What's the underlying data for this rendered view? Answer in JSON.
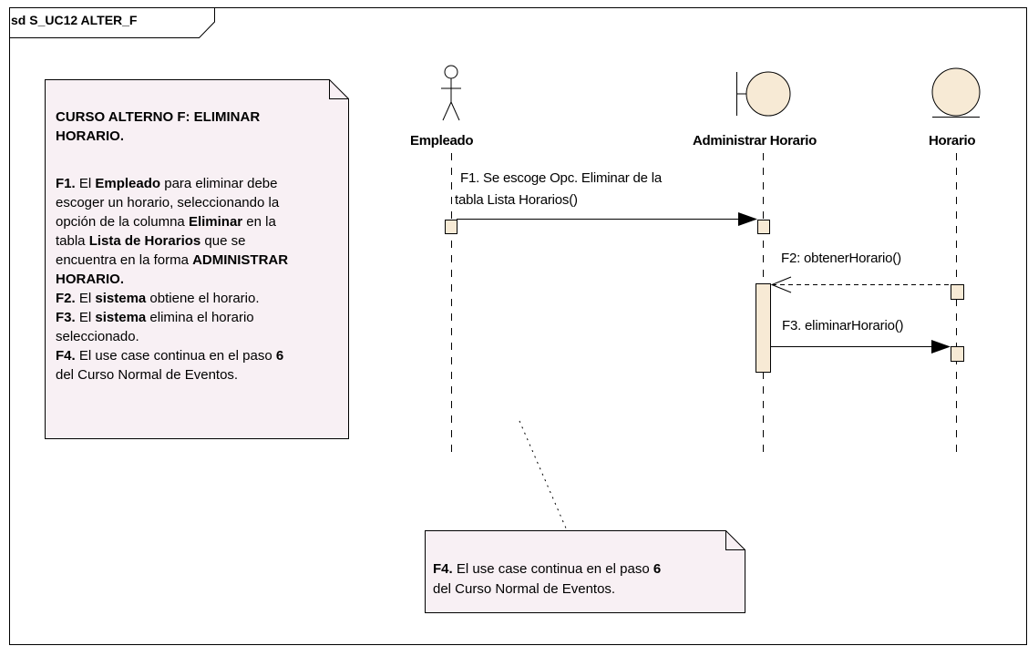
{
  "frame": {
    "title": "sd S_UC12  ALTER_F"
  },
  "lifelines": [
    {
      "label": "Empleado",
      "kind": "actor"
    },
    {
      "label": "Administrar Horario",
      "kind": "boundary"
    },
    {
      "label": "Horario",
      "kind": "entity"
    }
  ],
  "messages": [
    {
      "line1": "F1. Se escoge Opc. Eliminar de la",
      "line2": "tabla Lista Horarios()",
      "from": "Empleado",
      "to": "Administrar Horario"
    },
    {
      "line1": "F2: obtenerHorario()",
      "from": "Horario",
      "to": "Administrar Horario",
      "style": "return"
    },
    {
      "line1": "F3. eliminarHorario()",
      "from": "Administrar Horario",
      "to": "Horario"
    }
  ],
  "note_main": {
    "title_l1": "CURSO ALTERNO F: ELIMINAR",
    "title_l2": "HORARIO.",
    "f1_label": "F1.",
    "f1_t1": "El",
    "f1_actor": "Empleado",
    "f1_t2": "para eliminar debe",
    "f1_t3": "escoger un horario, seleccionando la",
    "f1_t4": "opción de la columna",
    "f1_col": "Eliminar",
    "f1_t5": "en la",
    "f1_t6": "tabla",
    "f1_table": "Lista de Horarios",
    "f1_t7": "que se",
    "f1_t8": "encuentra en la forma",
    "f1_form_l1": "ADMINISTRAR",
    "f1_form_l2": "HORARIO.",
    "f2_label": "F2.",
    "f2_t1": "El",
    "f2_sys": "sistema",
    "f2_t2": "obtiene el horario.",
    "f3_label": "F3.",
    "f3_t1": "El",
    "f3_sys": "sistema",
    "f3_t2": "elimina el horario",
    "f3_t3": "seleccionado.",
    "f4_label": "F4.",
    "f4_t1": "El use case continua en el paso",
    "f4_num": "6",
    "f4_t2": "del Curso Normal de Eventos."
  },
  "note_bottom": {
    "f4_label": "F4.",
    "f4_t1": "El use case continua en el paso",
    "f4_num": "6",
    "f4_t2": "del Curso Normal de Eventos."
  },
  "colors": {
    "note_fill": "#f8f0f4",
    "activation_fill": "#f7ead5",
    "shape_fill": "#f7ead5",
    "line": "#000000"
  }
}
